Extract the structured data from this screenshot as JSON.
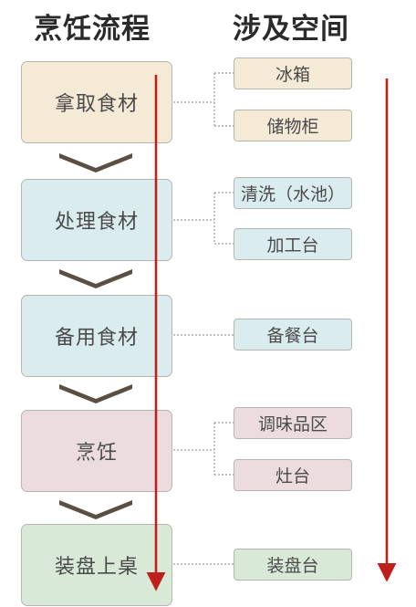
{
  "headers": {
    "process": "烹饪流程",
    "spaces": "涉及空间"
  },
  "steps": [
    {
      "label": "拿取食材",
      "color": "#f5ead6"
    },
    {
      "label": "处理食材",
      "color": "#dbecee"
    },
    {
      "label": "备用食材",
      "color": "#dbecee"
    },
    {
      "label": "烹饪",
      "color": "#eddcdf"
    },
    {
      "label": "装盘上桌",
      "color": "#d8ead7"
    }
  ],
  "spaces": [
    {
      "label": "冰箱",
      "color": "#f5ead6"
    },
    {
      "label": "储物柜",
      "color": "#f5ead6"
    },
    {
      "label": "清洗（水池）",
      "color": "#dbecee"
    },
    {
      "label": "加工台",
      "color": "#dbecee"
    },
    {
      "label": "备餐台",
      "color": "#dbecee"
    },
    {
      "label": "调味品区",
      "color": "#eddcdf"
    },
    {
      "label": "灶台",
      "color": "#eddcdf"
    },
    {
      "label": "装盘台",
      "color": "#d8ead7"
    }
  ],
  "colors": {
    "arrow": "#c0201b",
    "chevron": "#5b4f44",
    "connector": "#9a9a9a"
  }
}
